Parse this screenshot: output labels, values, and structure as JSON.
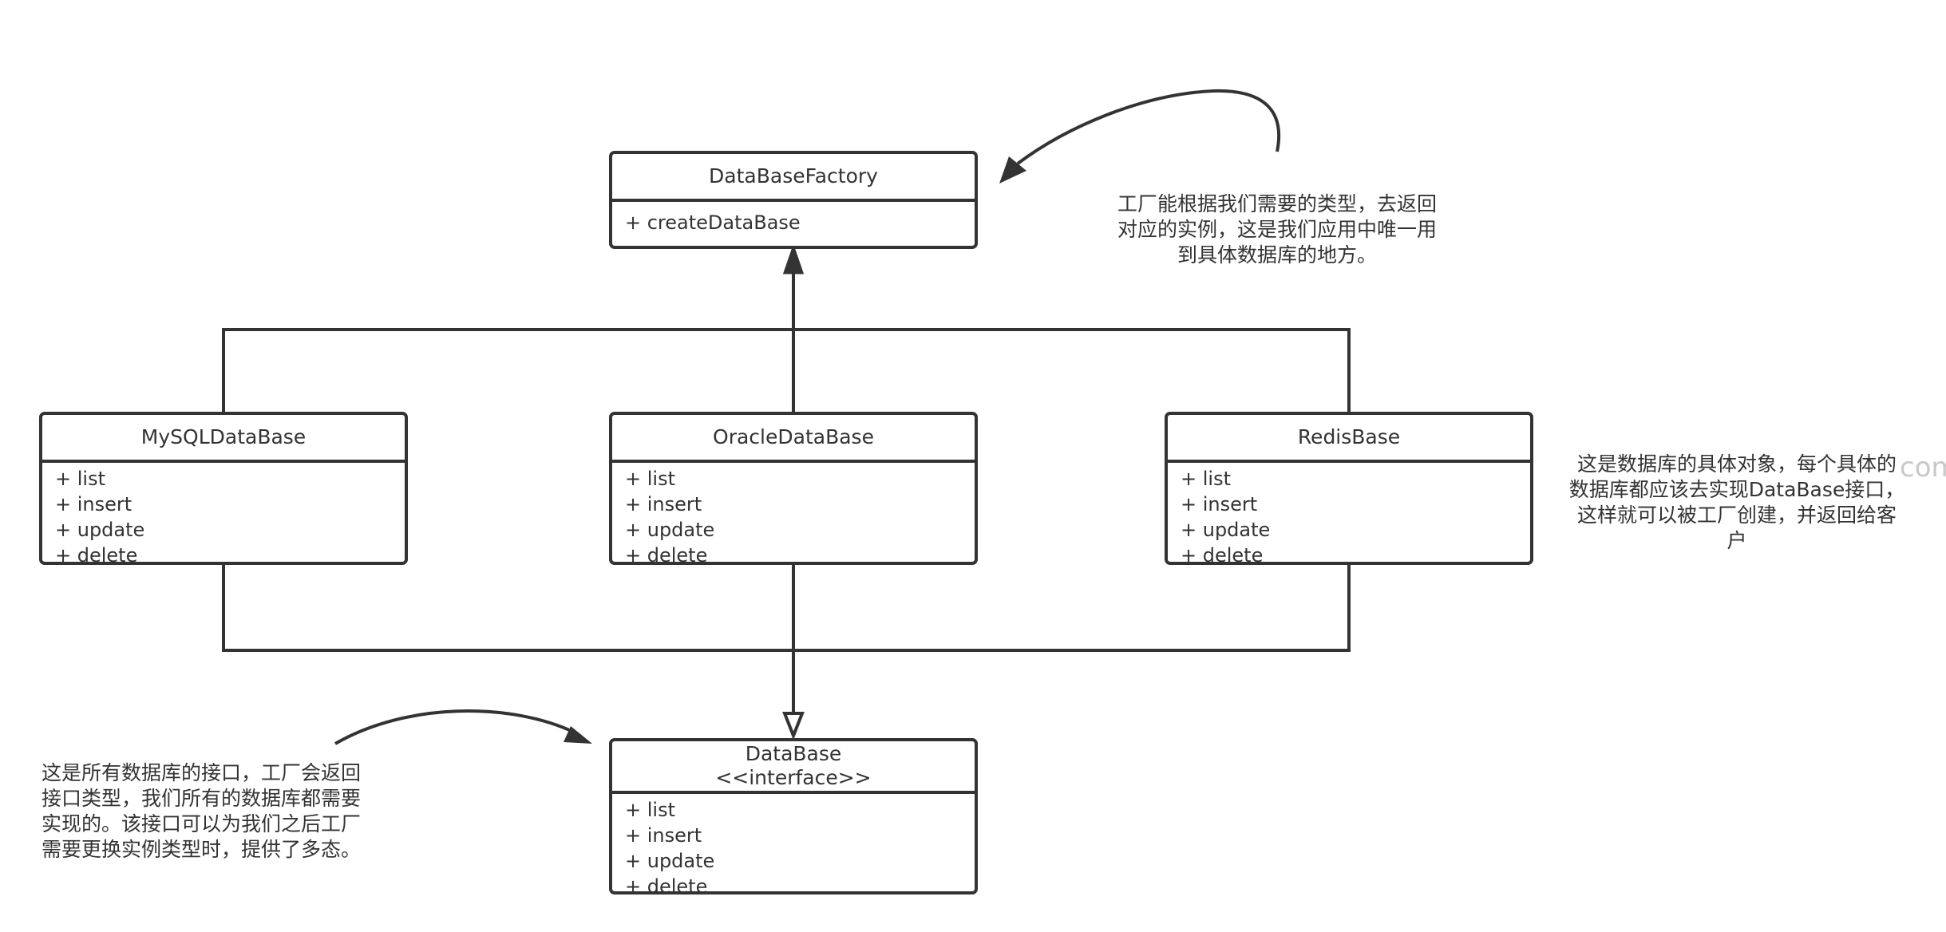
{
  "classes": {
    "factory": {
      "name": "DataBaseFactory",
      "ops": [
        "+ createDataBase"
      ]
    },
    "mysql": {
      "name": "MySQLDataBase",
      "ops": [
        "+ list",
        "+ insert",
        "+ update",
        "+ delete"
      ]
    },
    "oracle": {
      "name": "OracleDataBase",
      "ops": [
        "+ list",
        "+ insert",
        "+ update",
        "+ delete"
      ]
    },
    "redis": {
      "name": "RedisBase",
      "ops": [
        "+ list",
        "+ insert",
        "+ update",
        "+ delete"
      ]
    },
    "database": {
      "name": "DataBase",
      "stereotype": "<<interface>>",
      "ops": [
        "+ list",
        "+ insert",
        "+ update",
        "+ delete"
      ]
    }
  },
  "notes": {
    "factory_note": "工厂能根据我们需要的类型，去返回对应的实例，这是我们应用中唯一用到具体数据库的地方。",
    "impl_note": "这是数据库的具体对象，每个具体的数据库都应该去实现DataBase接口，这样就可以被工厂创建，并返回给客户",
    "interface_note": "这是所有数据库的接口，工厂会返回接口类型，我们所有的数据库都需要实现的。该接口可以为我们之后工厂需要更换实例类型时，提供了多态。"
  },
  "watermark": "com",
  "colors": {
    "line": "#333333",
    "background": "#ffffff"
  }
}
